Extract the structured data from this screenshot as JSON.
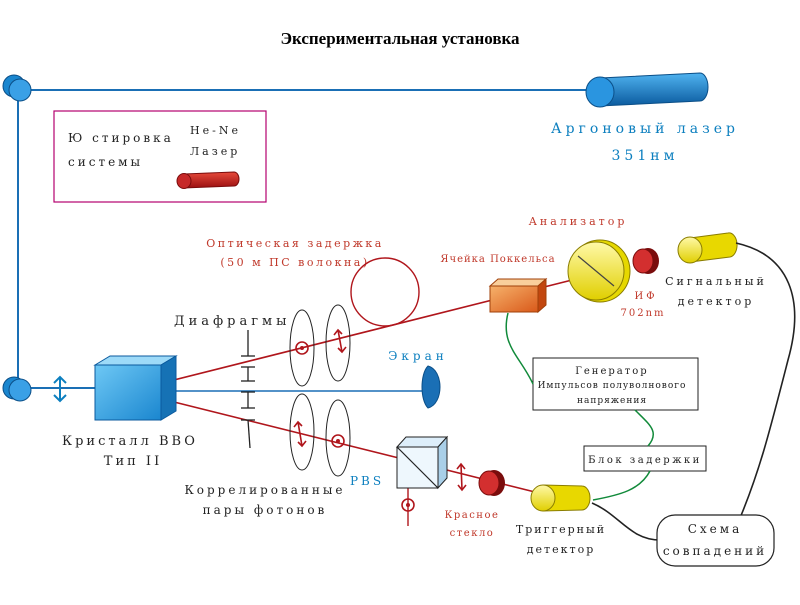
{
  "title": "Экспериментальная установка",
  "labels": {
    "alignment_line1": "Ю стировка",
    "alignment_line2": "системы",
    "hene_line1": "He-Ne",
    "hene_line2": "Лазер",
    "argon_line1": "Аргоновый лазер",
    "argon_line2": "351нм",
    "analyzer": "Анализатор",
    "optical_delay_line1": "Оптическая задержка",
    "optical_delay_line2": "(50 м ПС волокна)",
    "pockels_cell": "Ячейка Поккельса",
    "if_filter_line1": "ИФ",
    "if_filter_line2": "702nm",
    "signal_detector_line1": "Сигнальный",
    "signal_detector_line2": "детектор",
    "diaphragms": "Диафрагмы",
    "screen": "Экран",
    "generator_line1": "Генератор",
    "generator_line2": "Импульсов полуволнового",
    "generator_line3": "напряжения",
    "delay_block": "Блок задержки",
    "crystal_line1": "Кристалл BBO",
    "crystal_line2": "Тип II",
    "pbs": "PBS",
    "correlated_line1": "Коррелированные",
    "correlated_line2": "пары фотонов",
    "red_glass_line1": "Красное",
    "red_glass_line2": "стекло",
    "trigger_detector_line1": "Триггерный",
    "trigger_detector_line2": "детектор",
    "coincidence_line1": "Схема",
    "coincidence_line2": "совпадений"
  },
  "colors": {
    "beam_blue": "#1a6fb5",
    "beam_red": "#b0161c",
    "label_cyan": "#0c7fbf",
    "label_red": "#c0392b",
    "cable_green": "#118a3a",
    "laser_blue": "#1e88d8",
    "detector_yellow": "#f5ec28",
    "frame_magenta": "#b5006e"
  }
}
